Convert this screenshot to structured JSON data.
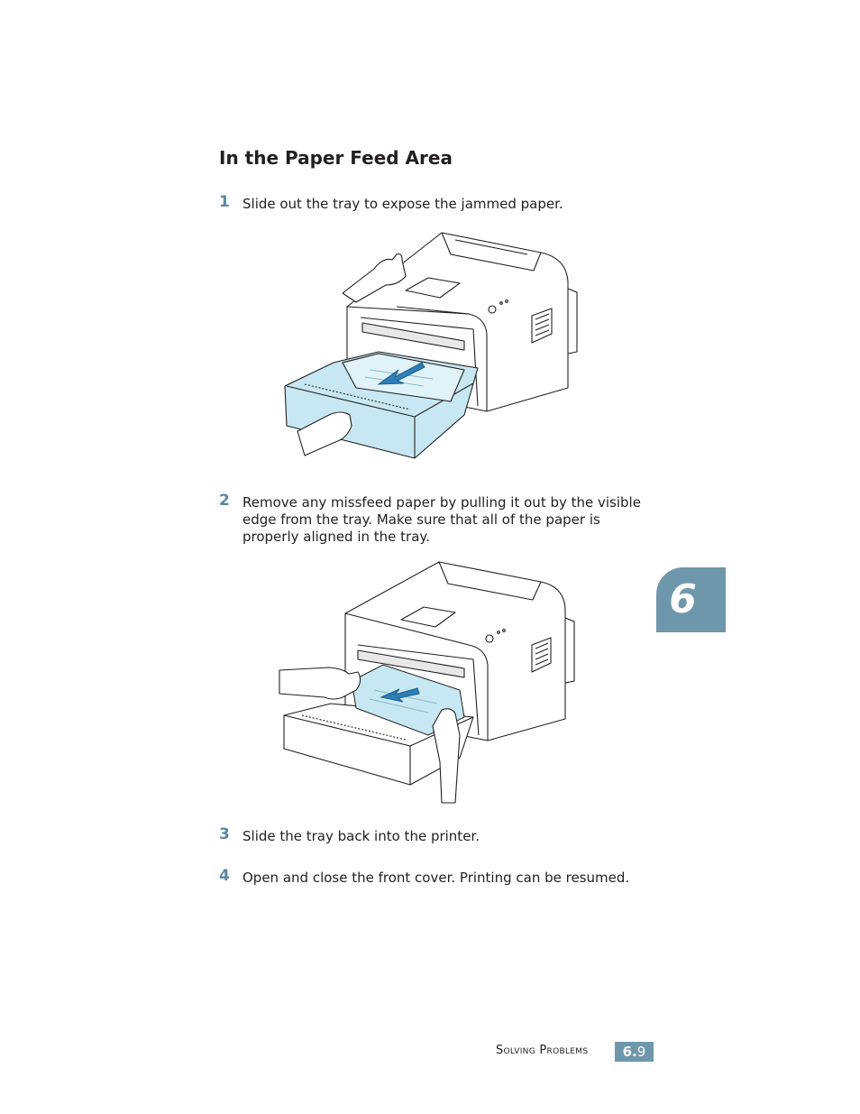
{
  "section": {
    "title": "In the Paper Feed Area"
  },
  "steps": [
    {
      "number": "1",
      "text": "Slide out the tray to expose the jammed paper."
    },
    {
      "number": "2",
      "text": "Remove any missfeed paper by pulling it out by the visible edge from the tray. Make sure that all of the paper is properly aligned in the tray."
    },
    {
      "number": "3",
      "text": "Slide the tray back into the printer."
    },
    {
      "number": "4",
      "text": "Open and close the front cover. Printing can be resumed."
    }
  ],
  "chapter_tab": {
    "number": "6"
  },
  "footer": {
    "label": "Solving Problems",
    "page_chapter": "6.",
    "page_num": "9"
  },
  "colors": {
    "accent": "#6f97ab",
    "step_number": "#5b87a1",
    "tray_blue": "#c7e8f2",
    "arrow_blue": "#2c7fb8"
  },
  "icons": [
    "printer-tray-out-illustration",
    "printer-remove-paper-illustration"
  ]
}
